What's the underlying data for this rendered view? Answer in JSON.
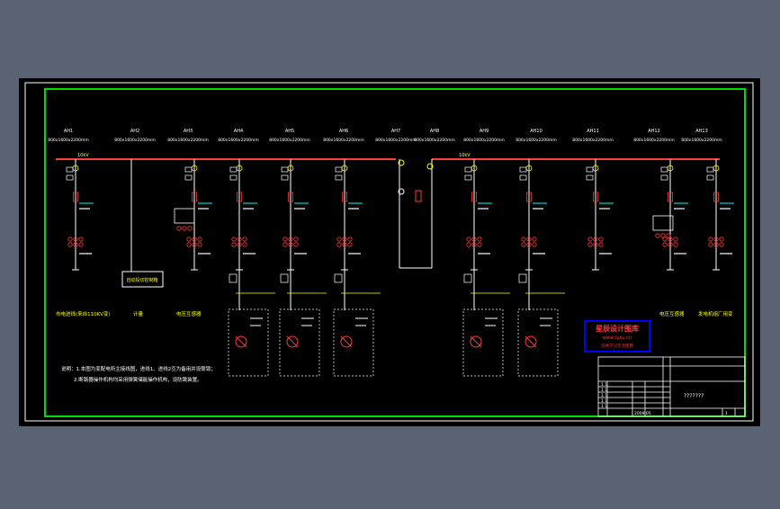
{
  "colors": {
    "background": "#5a6374",
    "sheet": "#000000",
    "border_outer": "#ffffff",
    "border_inner": "#00e000",
    "busbar": "#ff3b3b",
    "wire": "#ffffff",
    "accent_yellow": "#ffff00",
    "accent_cyan": "#00d0d0",
    "title_block_frame": "#0000ff"
  },
  "cabinets": [
    {
      "id": "AH1",
      "size": "800x1600x2200mm"
    },
    {
      "id": "AH2",
      "size": "800x1600x2200mm"
    },
    {
      "id": "AH3",
      "size": "800x1600x2200mm"
    },
    {
      "id": "AH4",
      "size": "800x1600x2200mm"
    },
    {
      "id": "AH5",
      "size": "800x1600x2200mm"
    },
    {
      "id": "AH6",
      "size": "800x1600x2200mm"
    },
    {
      "id": "AH7",
      "size": "800x1600x2200mm"
    },
    {
      "id": "AH8",
      "size": "800x1600x2200mm"
    },
    {
      "id": "AH9",
      "size": "800x1600x2200mm"
    },
    {
      "id": "AH10",
      "size": "800x1600x2200mm"
    },
    {
      "id": "AH11",
      "size": "800x1600x2200mm"
    },
    {
      "id": "AH12",
      "size": "800x1600x2200mm"
    },
    {
      "id": "AH13",
      "size": "800x1600x2200mm"
    }
  ],
  "bus_labels": [
    "10kV",
    "10kV"
  ],
  "feeder_captions": [
    "市电进线(来自110KV变)",
    "计量",
    "电压互感器",
    "电压互感器",
    "发电机组厂用变"
  ],
  "center_box": "自动投切控制箱",
  "notes": {
    "line1": "说明：1.本图为变配电所主接线图，进线1、进线2互为备用并设联锁；",
    "line2": "2.断路器操作机构均采用弹簧储能操作机构，设防跳装置。"
  },
  "stamp": {
    "line1": "星辰设计图库",
    "line2": "www.tuku.cn",
    "line3": "仅供学习交流使用"
  },
  "title_block": {
    "drawing_title": "???????",
    "date": "2009.05",
    "sheet": "1",
    "rows": [
      "1 1",
      "1 1",
      "1 1",
      "1 1",
      "1 1"
    ]
  }
}
